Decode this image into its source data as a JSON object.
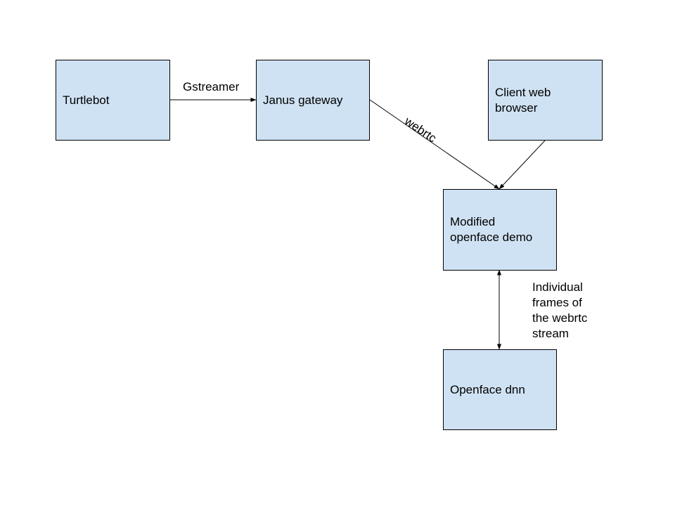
{
  "colors": {
    "node_fill": "#cfe2f3",
    "node_border": "#000000",
    "edge_stroke": "#000000",
    "background": "#ffffff"
  },
  "nodes": {
    "turtlebot": {
      "label": "Turtlebot"
    },
    "janus_gateway": {
      "label": "Janus gateway"
    },
    "client_web_browser": {
      "label": "Client web\nbrowser"
    },
    "modified_openface_demo": {
      "label": "Modified\nopenface demo"
    },
    "openface_dnn": {
      "label": "Openface dnn"
    }
  },
  "edges": {
    "turtlebot_to_janus": {
      "label": "Gstreamer",
      "direction": "forward"
    },
    "janus_to_openface_demo": {
      "label": "webrtc",
      "direction": "forward"
    },
    "client_to_openface_demo": {
      "label": "",
      "direction": "forward"
    },
    "openface_demo_to_dnn": {
      "label": "Individual\nframes of\nthe webrtc\nstream",
      "direction": "bidirectional"
    }
  }
}
